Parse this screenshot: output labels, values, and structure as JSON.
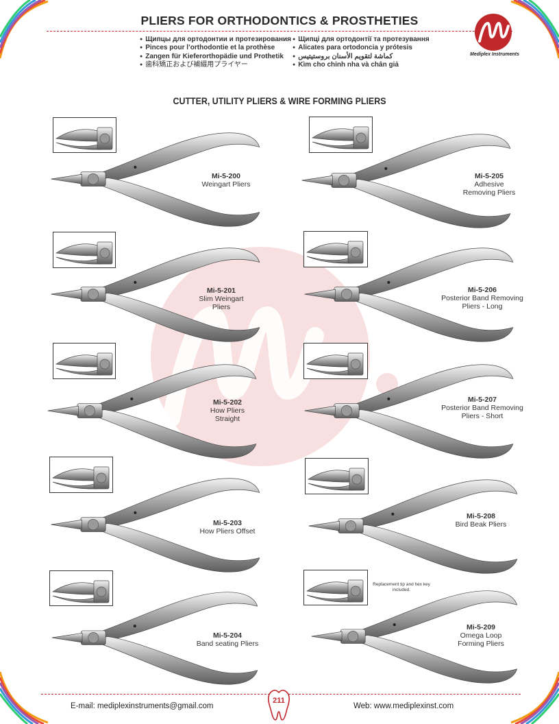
{
  "header": {
    "title": "PLIERS FOR ORTHODONTICS & PROSTHETIES",
    "languages_left": [
      "Щипцы для ортодонтии и протезирования",
      "Pinces pour l’orthodontie et la prothèse",
      "Zangen für Kieferorthopädie und Prothetik",
      "歯科矯正および補綴用プライヤー"
    ],
    "languages_right": [
      "Щипці для ортодонтії та протезування",
      "Alicates para ortodoncia y prótesis",
      "كماشة لتقويم الأسنان بروستيتيس",
      "Kìm cho chỉnh nha và chân giả"
    ],
    "brand": "Mediplex Instruments",
    "brand_color": "#c0282c"
  },
  "section_title": "CUTTER, UTILITY PLIERS & WIRE FORMING PLIERS",
  "products": [
    {
      "code": "Mi-5-200",
      "name_lines": [
        "Weingart Pliers"
      ]
    },
    {
      "code": "Mi-5-201",
      "name_lines": [
        "Slim Weingart",
        "Pliers"
      ]
    },
    {
      "code": "Mi-5-202",
      "name_lines": [
        "How Pliers",
        "Straight"
      ]
    },
    {
      "code": "Mi-5-203",
      "name_lines": [
        "How Pliers Offset"
      ]
    },
    {
      "code": "Mi-5-204",
      "name_lines": [
        "Band seating Pliers"
      ]
    },
    {
      "code": "Mi-5-205",
      "name_lines": [
        "Adhesive",
        "Removing Pliers"
      ]
    },
    {
      "code": "Mi-5-206",
      "name_lines": [
        "Posterior Band Removing",
        "Pliers - Long"
      ]
    },
    {
      "code": "Mi-5-207",
      "name_lines": [
        "Posterior Band Removing",
        "Pliers - Short"
      ]
    },
    {
      "code": "Mi-5-208",
      "name_lines": [
        "Bird Beak Pliers"
      ]
    },
    {
      "code": "Mi-5-209",
      "name_lines": [
        "Omega Loop",
        "Forming Pliers"
      ]
    }
  ],
  "note_209": "Replacement tip and hex key included.",
  "footer": {
    "email": "E-mail: mediplexinstruments@gmail.com",
    "web": "Web:  www.mediplexinst.com",
    "page_number": "211"
  }
}
